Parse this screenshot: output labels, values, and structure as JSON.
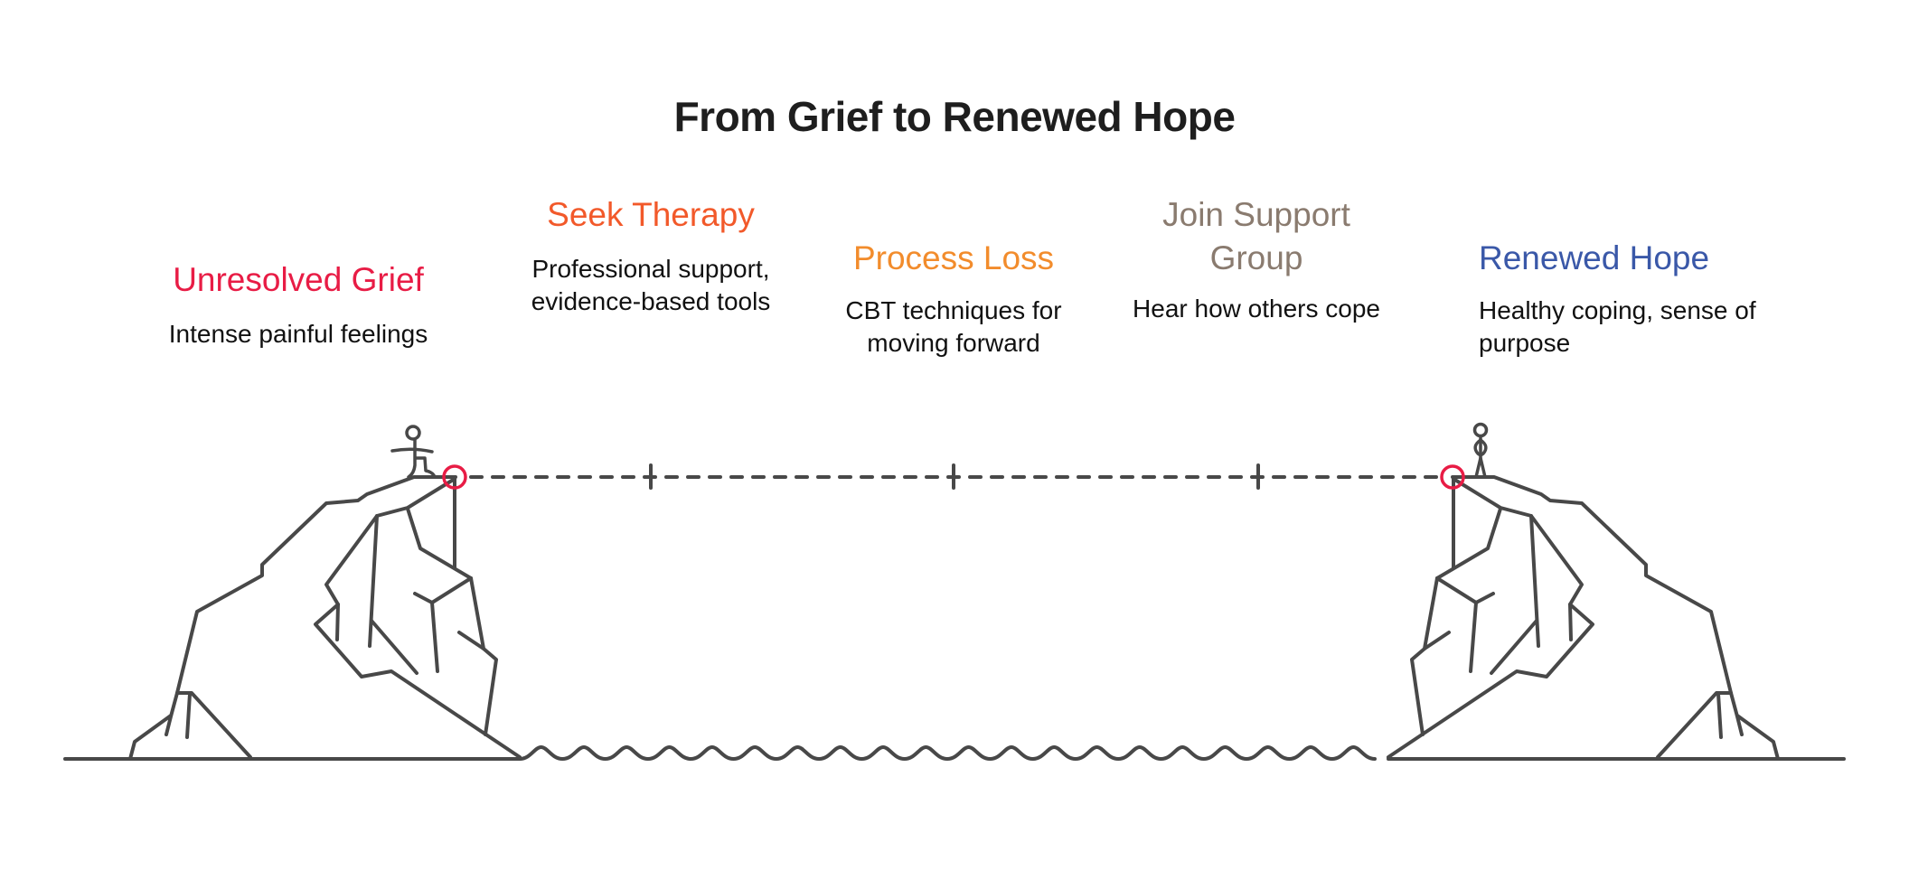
{
  "title": "From Grief to Renewed Hope",
  "steps": [
    {
      "heading": "Unresolved Grief",
      "description": "Intense painful feelings",
      "color": "#E81C45"
    },
    {
      "heading": "Seek Therapy",
      "description": "Professional support, evidence-based tools",
      "color": "#F2592A"
    },
    {
      "heading": "Process Loss",
      "description": "CBT techniques for moving forward",
      "color": "#F28C2C"
    },
    {
      "heading": "Join Support Group",
      "description": "Hear how others cope",
      "color": "#8A7B6F"
    },
    {
      "heading": "Renewed Hope",
      "description": "Healthy coping, sense of purpose",
      "color": "#3A58A8"
    }
  ],
  "illustration": {
    "line_color": "#484848",
    "marker_color": "#E81C45",
    "start_icon": "person-balancing-icon",
    "end_icon": "person-standing-icon",
    "intermediate_milestones": 3
  }
}
